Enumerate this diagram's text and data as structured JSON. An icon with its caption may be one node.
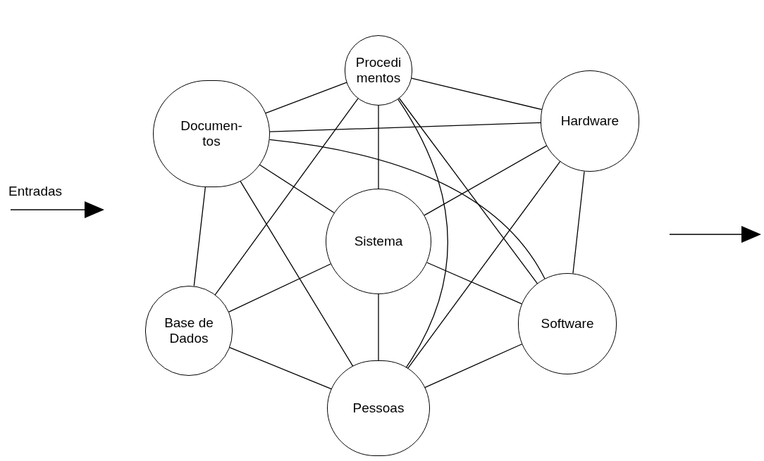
{
  "diagram": {
    "nodes": [
      {
        "text": [
          "Procedi mentos"
        ]
      },
      {
        "text": [
          "Documen- tos"
        ]
      },
      {
        "text": [
          "Hardware"
        ]
      },
      {
        "text": [
          "Sistema"
        ]
      },
      {
        "text": [
          "Base de Dados"
        ]
      },
      {
        "text": [
          "Software"
        ]
      },
      {
        "text": [
          "Pessoas"
        ]
      }
    ],
    "edges": [
      {
        "from": 0,
        "to": 1,
        "arrow": "none"
      },
      {
        "from": 0,
        "to": 2,
        "arrow": "none"
      },
      {
        "from": 1,
        "to": 2,
        "arrow": "none"
      },
      {
        "from": 0,
        "to": 3,
        "arrow": "none"
      },
      {
        "from": 0,
        "to": 4,
        "arrow": "none"
      },
      {
        "from": 1,
        "to": 3,
        "arrow": "none"
      },
      {
        "from": 1,
        "to": 5,
        "arrow": "none"
      },
      {
        "from": 1,
        "to": 4,
        "arrow": "none"
      },
      {
        "from": 1,
        "to": 6,
        "arrow": "none"
      },
      {
        "from": 0,
        "to": 6,
        "arrow": "none"
      },
      {
        "from": 0,
        "to": 5,
        "arrow": "none"
      },
      {
        "from": 2,
        "to": 3,
        "arrow": "none"
      },
      {
        "from": 2,
        "to": 6,
        "arrow": "none"
      },
      {
        "from": 2,
        "to": 5,
        "arrow": "none"
      },
      {
        "from": 3,
        "to": 4,
        "arrow": "none"
      },
      {
        "from": 3,
        "to": 5,
        "arrow": "none"
      },
      {
        "from": 3,
        "to": 6,
        "arrow": "none"
      },
      {
        "from": 4,
        "to": 6,
        "arrow": "none"
      },
      {
        "from": 5,
        "to": 6,
        "arrow": "none"
      }
    ],
    "labels": [
      "Entradas"
    ]
  }
}
